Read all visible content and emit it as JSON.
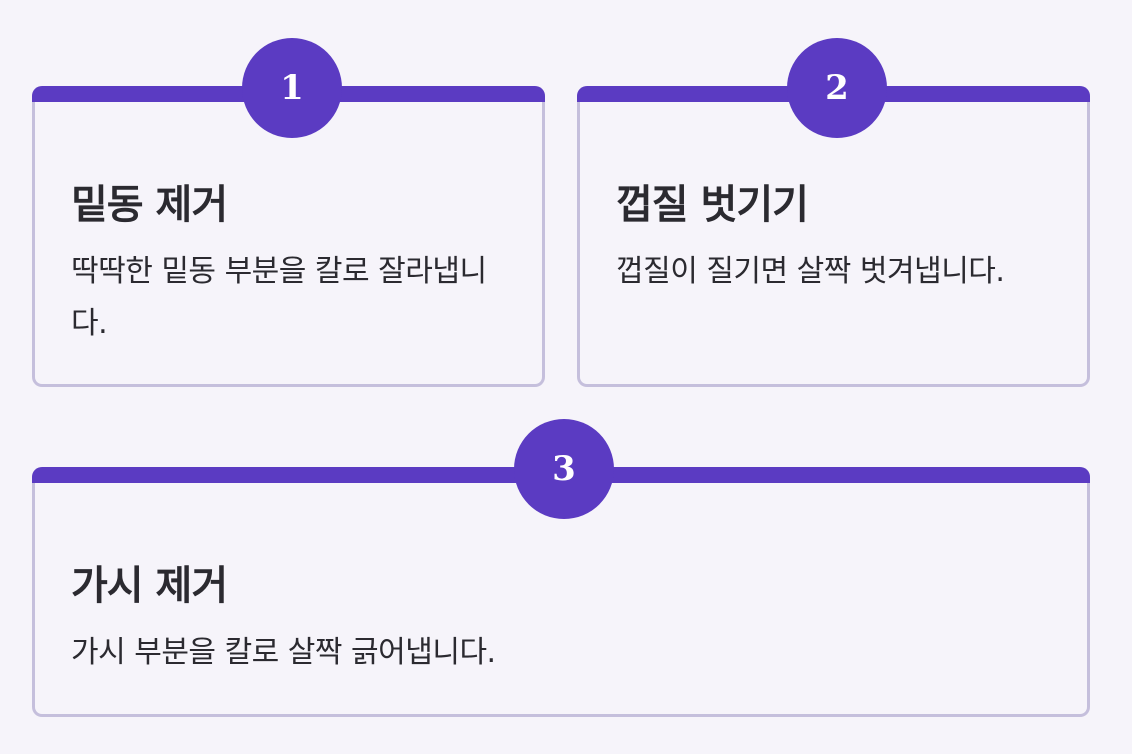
{
  "steps": [
    {
      "number": "1",
      "title": "밑동 제거",
      "description": "딱딱한 밑동 부분을 칼로 잘라냅니다."
    },
    {
      "number": "2",
      "title": "껍질 벗기기",
      "description": "껍질이 질기면 살짝 벗겨냅니다."
    },
    {
      "number": "3",
      "title": "가시 제거",
      "description": "가시 부분을 칼로 살짝 긁어냅니다."
    }
  ],
  "colors": {
    "accent": "#5b3bc2",
    "border": "#c5bfdc",
    "background": "#f6f4fa",
    "text": "#2b2a30"
  }
}
